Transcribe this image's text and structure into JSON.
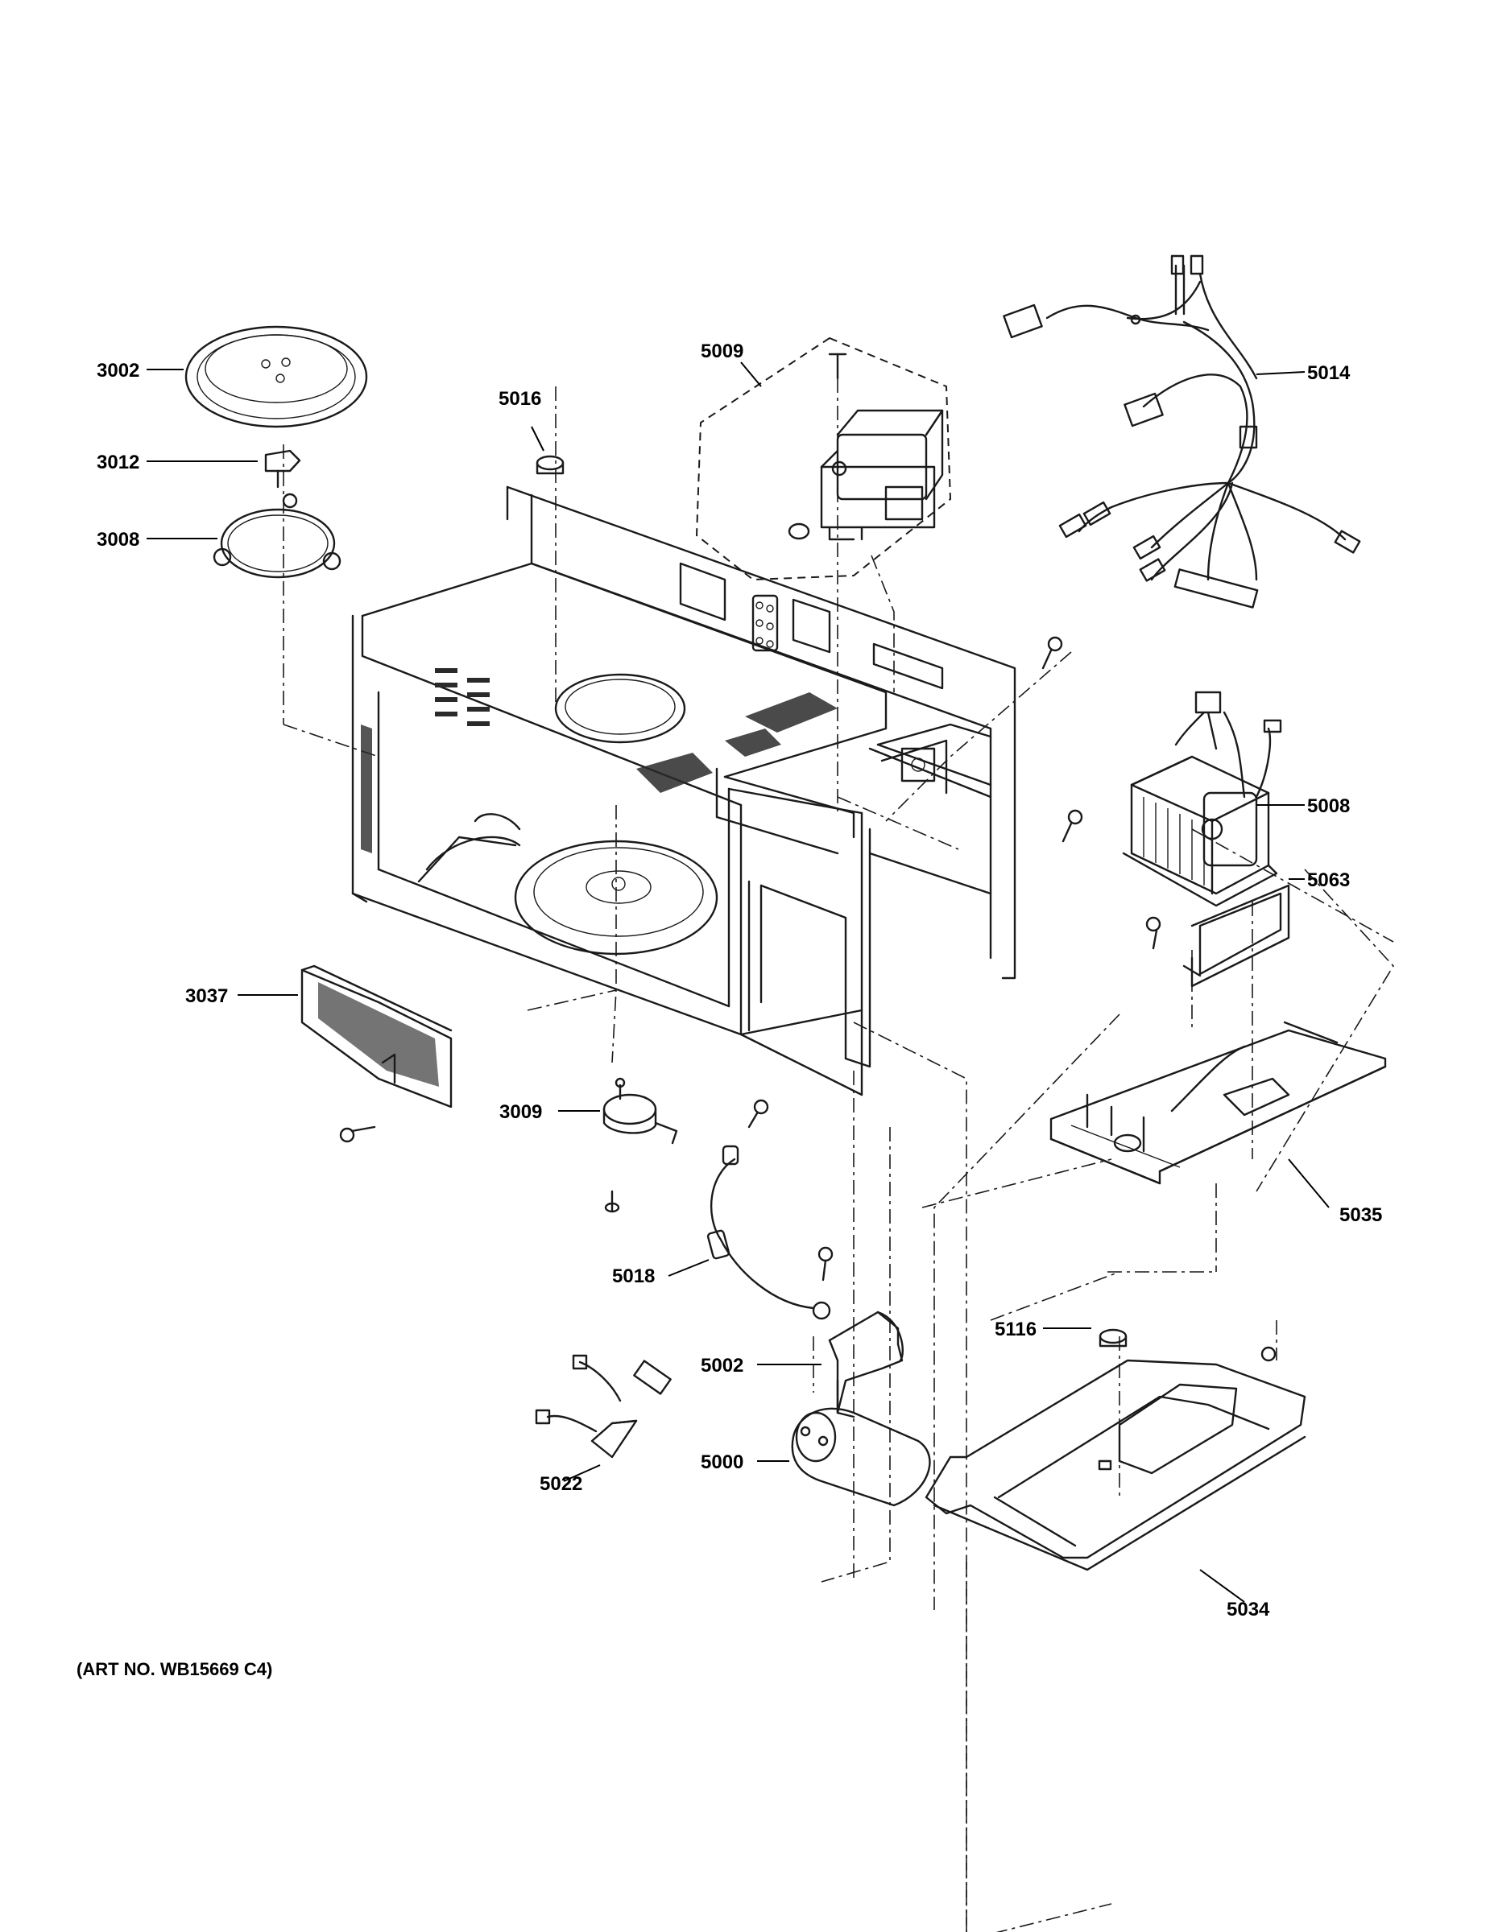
{
  "callouts": {
    "p3002": "3002",
    "p3012": "3012",
    "p3008": "3008",
    "p5016": "5016",
    "p5009": "5009",
    "p5014": "5014",
    "p5008": "5008",
    "p5063": "5063",
    "p3037": "3037",
    "p3009": "3009",
    "p5035": "5035",
    "p5018": "5018",
    "p5116": "5116",
    "p5002": "5002",
    "p5022": "5022",
    "p5000": "5000",
    "p5034": "5034"
  },
  "footer": {
    "art_number": "(ART NO. WB15669 C4)"
  }
}
